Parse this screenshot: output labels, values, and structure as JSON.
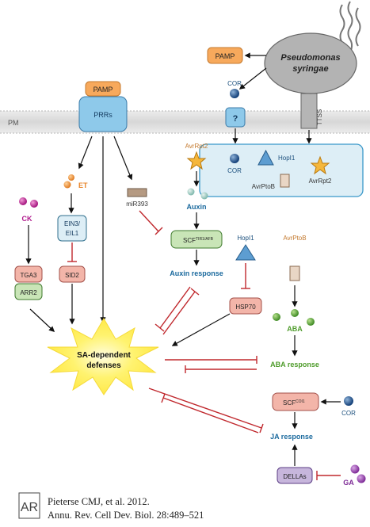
{
  "labels": {
    "pm": "PM",
    "pamp_top": "PAMP",
    "pamp_right": "PAMP",
    "prrs": "PRRs",
    "pseudomonas_line1": "Pseudomonas",
    "pseudomonas_line2": "syringae",
    "cor_top": "COR",
    "question": "?",
    "ttss": "TTSS",
    "cor_box": "COR",
    "hopi1_box": "HopI1",
    "avrptob_box": "AvrPtoB",
    "avrrpt2_box": "AvrRpt2",
    "avrrpt2": "AvrRpt2",
    "auxin": "Auxin",
    "scf_auxin": "SCF",
    "scf_auxin_sup": "TIR1/AFB",
    "auxin_response": "Auxin response",
    "mir393": "miR393",
    "ck": "CK",
    "et": "ET",
    "ein3_line1": "EIN3/",
    "ein3_line2": "EIL1",
    "sid2": "SID2",
    "tga3": "TGA3",
    "arr2": "ARR2",
    "hopi1": "HopI1",
    "hsp70": "HSP70",
    "avrptob": "AvrPtoB",
    "aba": "ABA",
    "aba_response": "ABA response",
    "sa_line1": "SA-dependent",
    "sa_line2": "defenses",
    "scf_coi": "SCF",
    "scf_coi_sup": "COI1",
    "cor_ja": "COR",
    "ja_response": "JA response",
    "dellas": "DELLAs",
    "ga": "GA"
  },
  "citation": {
    "line1": "Pieterse CMJ, et al. 2012.",
    "line2": "Annu. Rev. Cell Dev. Biol. 28:489–521"
  },
  "colors": {
    "pamp_fill": "#f7a95c",
    "receptor_fill": "#8ec9ea",
    "box_fill": "#ddeef6",
    "gray_fill": "#a9a9a9",
    "inhibit": "#c0282d",
    "auxin_text": "#1b6a9e",
    "aba_green": "#4f9c2c",
    "et_orange": "#e8852a",
    "ck_magenta": "#b0198c",
    "sa_star": "#fff06a",
    "pink_node": "#f3b5a9",
    "green_node": "#c9e5b7",
    "purple_node": "#c7b6dc"
  }
}
